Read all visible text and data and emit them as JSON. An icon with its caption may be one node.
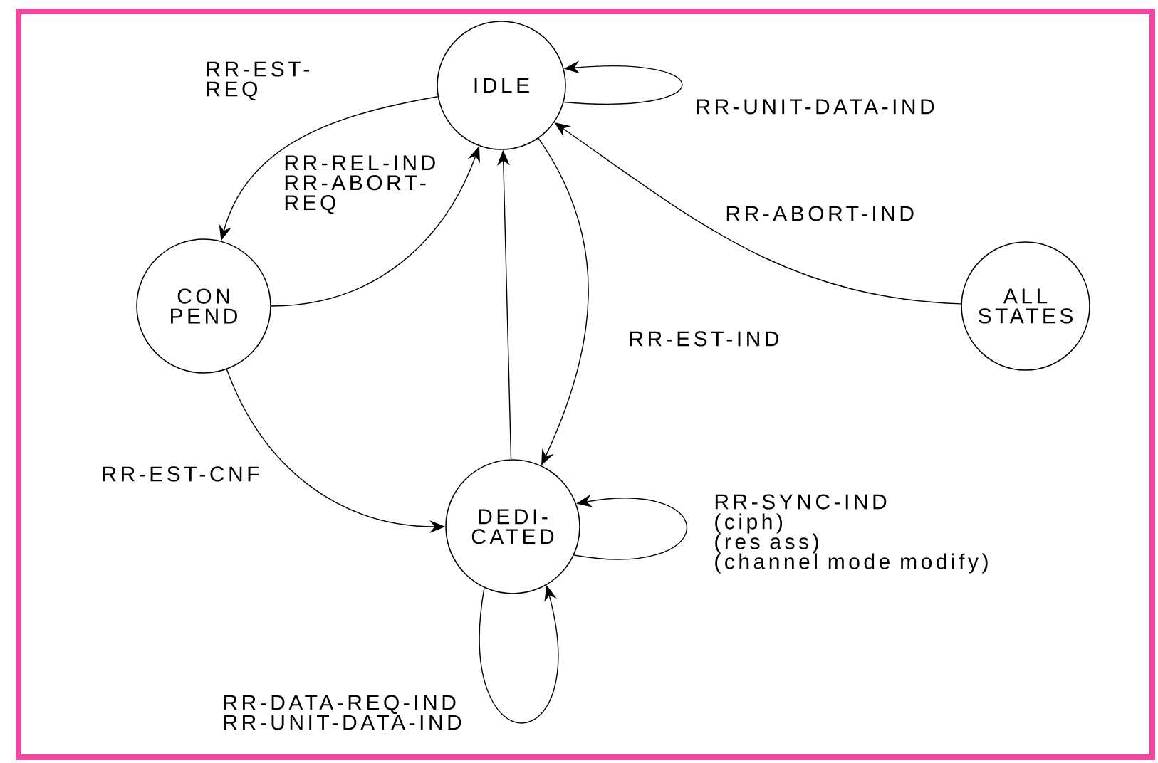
{
  "diagram": {
    "nodes": [
      {
        "text": [
          "IDLE"
        ]
      },
      {
        "text": [
          "CON PEND"
        ]
      },
      {
        "text": [
          "DEDI- CATED"
        ]
      },
      {
        "text": [
          "ALL STATES"
        ]
      }
    ],
    "edges": [
      {
        "from": 0,
        "to": 1,
        "arrow": "to",
        "label": "RR-EST- REQ"
      },
      {
        "from": 1,
        "to": 0,
        "arrow": "to",
        "label": "RR-REL-IND RR-ABORT- REQ"
      },
      {
        "from": 0,
        "to": 0,
        "arrow": "to",
        "label": "RR-UNIT-DATA-IND"
      },
      {
        "from": 3,
        "to": 0,
        "arrow": "to",
        "label": "RR-ABORT-IND"
      },
      {
        "from": 0,
        "to": 2,
        "arrow": "to",
        "label": "RR-EST-IND"
      },
      {
        "from": 2,
        "to": 0,
        "arrow": "to"
      },
      {
        "from": 1,
        "to": 2,
        "arrow": "to",
        "label": "RR-EST-CNF"
      },
      {
        "from": 2,
        "to": 2,
        "arrow": "to",
        "label": "RR-SYNC-IND (ciph) (res ass) (channel mode modify)"
      },
      {
        "from": 2,
        "to": 2,
        "arrow": "to",
        "label": "RR-DATA-REQ-IND RR-UNIT-DATA-IND"
      }
    ]
  }
}
